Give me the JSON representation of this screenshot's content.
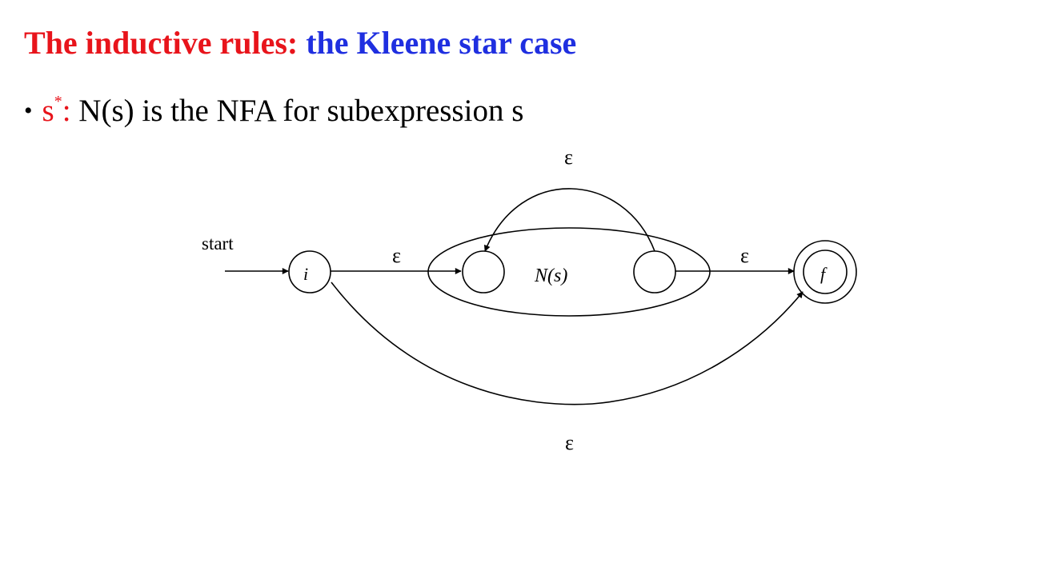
{
  "title": {
    "part1": "The inductive rules:",
    "part2": "the Kleene star case"
  },
  "bullet": {
    "symbol": "•",
    "expr_base": "s",
    "expr_sup": "*",
    "expr_colon": ":",
    "text": "N(s) is the NFA for subexpression s"
  },
  "diagram": {
    "start_label": "start",
    "state_i": "i",
    "state_f": "f",
    "nfa_label": "N(s)",
    "epsilon_top": "ε",
    "epsilon_in": "ε",
    "epsilon_out": "ε",
    "epsilon_bottom": "ε"
  },
  "colors": {
    "title_red": "#e8141b",
    "title_blue": "#1f2fe0"
  }
}
